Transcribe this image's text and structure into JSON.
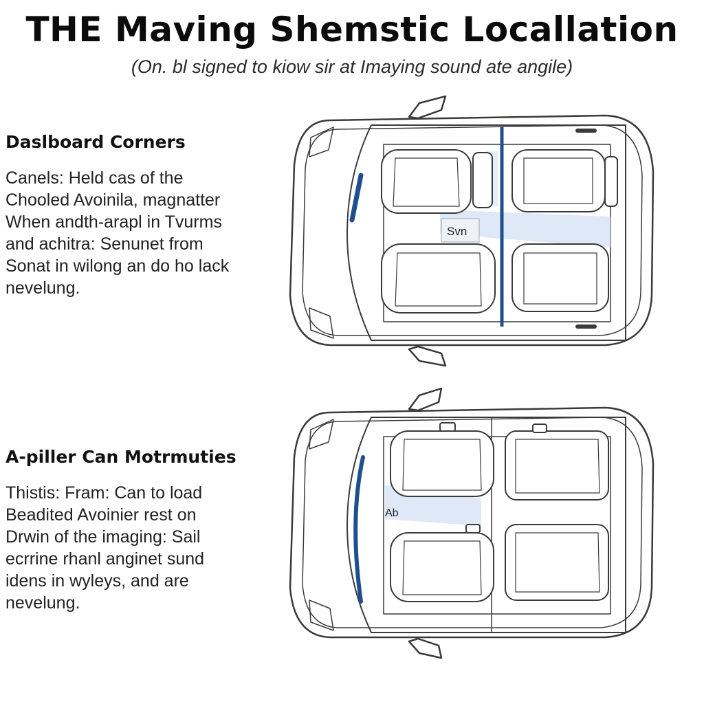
{
  "header": {
    "title": "THE Maving Shemstic Locallation",
    "subtitle": "(On. bl signed to kiow sir at Imaying sound ate angile)"
  },
  "sections": [
    {
      "heading": "Daslboard Corners",
      "lines": [
        "Canels: Held cas of the",
        "Chooled Avoinila, magnatter",
        "When andth-arapl in Tvurms",
        "and achitra: Senunet from",
        "Sonat in wilong an do ho lack",
        "nevelung."
      ]
    },
    {
      "heading": "A-piller Can Motrmuties",
      "lines": [
        "Thistis: Fram: Can to load",
        "Beadited Avoinier rest on",
        "Drwin of the imaging: Sail",
        "ecrrine rhanl anginet sund",
        "idens in wyleys, and are",
        "nevelung."
      ]
    }
  ],
  "cars": [
    {
      "label": "Svn"
    },
    {
      "label": "Ab"
    }
  ],
  "colors": {
    "accent_blue": "#1f4f8f",
    "highlight_blue": "#dbe6f5",
    "outline": "#3a3a3a"
  }
}
